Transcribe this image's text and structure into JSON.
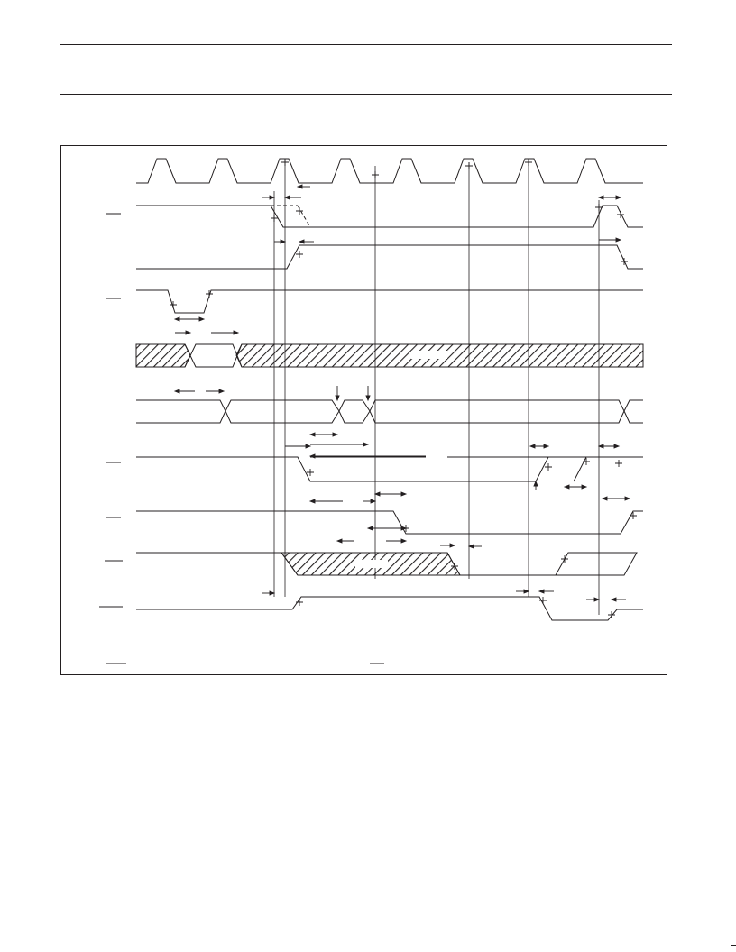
{
  "figure": {
    "kind": "timing-diagram",
    "colors": {
      "ink": "#231f20",
      "paper": "#ffffff"
    },
    "signals": [
      {
        "id": "clock",
        "overline": false
      },
      {
        "id": "sig-1",
        "overline": true
      },
      {
        "id": "sig-2",
        "overline": false
      },
      {
        "id": "sig-3",
        "overline": true
      },
      {
        "id": "bus-1",
        "overline": false
      },
      {
        "id": "bus-2",
        "overline": false
      },
      {
        "id": "sig-4",
        "overline": true
      },
      {
        "id": "sig-5",
        "overline": true
      },
      {
        "id": "bus-3",
        "overline": true
      },
      {
        "id": "sig-6",
        "overline": true
      }
    ],
    "legend_marks": [
      {
        "id": "legend-mark-left",
        "overline": true
      },
      {
        "id": "legend-mark-right",
        "overline": true
      }
    ]
  }
}
